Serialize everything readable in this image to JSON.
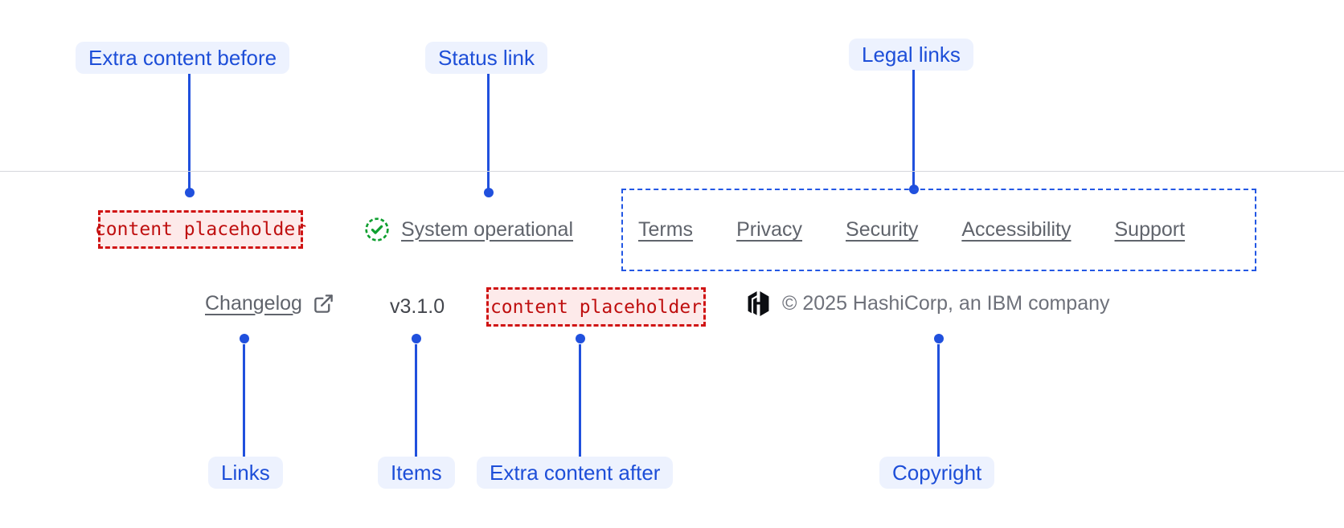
{
  "annotations": {
    "extra_content_before": "Extra content before",
    "status_link": "Status link",
    "legal_links": "Legal links",
    "links": "Links",
    "items": "Items",
    "extra_content_after": "Extra content after",
    "copyright": "Copyright"
  },
  "footer": {
    "extra_content_before_placeholder": "content placeholder",
    "status": {
      "label": "System operational",
      "icon": "check-circle"
    },
    "legal_links": [
      "Terms",
      "Privacy",
      "Security",
      "Accessibility",
      "Support"
    ],
    "links": [
      {
        "label": "Changelog",
        "icon": "external-link"
      }
    ],
    "version": "v3.1.0",
    "extra_content_after_placeholder": "content placeholder",
    "copyright_text": "© 2025 HashiCorp, an IBM company",
    "logo": "hashicorp-logo"
  },
  "colors": {
    "annotation_blue": "#1d4ed8",
    "annotation_pill_bg": "#edf2fe",
    "legal_outline_blue": "#2357e4",
    "placeholder_border_red": "#d01414",
    "placeholder_bg": "#fdeaea",
    "placeholder_text_red": "#bf0f0f",
    "status_green": "#0e9f2f",
    "link_gray": "#60646c",
    "copyright_gray": "#6e717a",
    "divider_gray": "#d5d7dc",
    "logo_black": "#0c0e12"
  }
}
